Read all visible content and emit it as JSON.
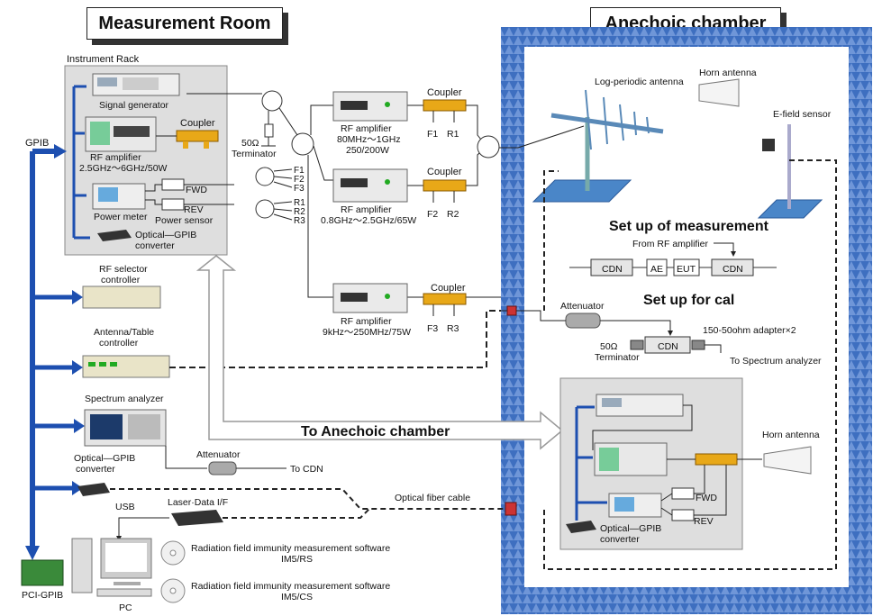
{
  "titles": {
    "measurement_room": "Measurement Room",
    "anechoic_chamber": "Anechoic chamber"
  },
  "rack": {
    "label": "Instrument Rack",
    "signal_generator": "Signal generator",
    "coupler": "Coupler",
    "rf_amp_line1": "RF amplifier",
    "rf_amp_line2": "2.5GHz〜6GHz/50W",
    "fwd": "FWD",
    "rev": "REV",
    "power_meter": "Power meter",
    "power_sensor": "Power sensor",
    "optical_line1": "Optical—GPIB",
    "optical_line2": "converter"
  },
  "gpib": "GPIB",
  "terminator_line1": "50Ω",
  "terminator_line2": "Terminator",
  "ports_f": [
    "F1",
    "F2",
    "F3"
  ],
  "ports_r": [
    "R1",
    "R2",
    "R3"
  ],
  "amp1": {
    "title": "RF amplifier",
    "l2": "80MHz〜1GHz",
    "l3": "250/200W",
    "coupler": "Coupler",
    "f": "F1",
    "r": "R1"
  },
  "amp2": {
    "title": "RF amplifier",
    "l2": "0.8GHz〜2.5GHz/65W",
    "coupler": "Coupler",
    "f": "F2",
    "r": "R2"
  },
  "amp3": {
    "title": "RF amplifier",
    "l2": "9kHz〜250MHz/75W",
    "coupler": "Coupler",
    "f": "F3",
    "r": "R3"
  },
  "rf_selector": {
    "l1": "RF selector",
    "l2": "controller"
  },
  "antenna_table": {
    "l1": "Antenna/Table",
    "l2": "controller"
  },
  "spectrum_analyzer": "Spectrum analyzer",
  "optical_left": {
    "l1": "Optical—GPIB",
    "l2": "converter"
  },
  "attenuator": "Attenuator",
  "to_cdn": "To CDN",
  "usb": "USB",
  "laser": "Laser·Data I/F",
  "optical_fiber": "Optical fiber cable",
  "pci_gpib": "PCI-GPIB",
  "pc": "PC",
  "software1": {
    "l1": "Radiation field immunity measurement software",
    "l2": "IM5/RS"
  },
  "software2": {
    "l1": "Radiation field immunity measurement software",
    "l2": "IM5/CS"
  },
  "to_anechoic": "To Anechoic chamber",
  "chamber": {
    "log_periodic": "Log-periodic antenna",
    "horn": "Horn antenna",
    "efield": "E-field sensor",
    "setup_meas": "Set up of measurement",
    "from_rf": "From RF amplifier",
    "cdn": "CDN",
    "ae": "AE",
    "eut": "EUT",
    "setup_cal": "Set up for cal",
    "attenuator": "Attenuator",
    "adapter": "150-50ohm adapter×2",
    "term_l1": "50Ω",
    "term_l2": "Terminator",
    "to_spectrum": "To Spectrum analyzer",
    "horn2": "Horn antenna",
    "fwd": "FWD",
    "rev": "REV",
    "optical_l1": "Optical—GPIB",
    "optical_l2": "converter"
  }
}
